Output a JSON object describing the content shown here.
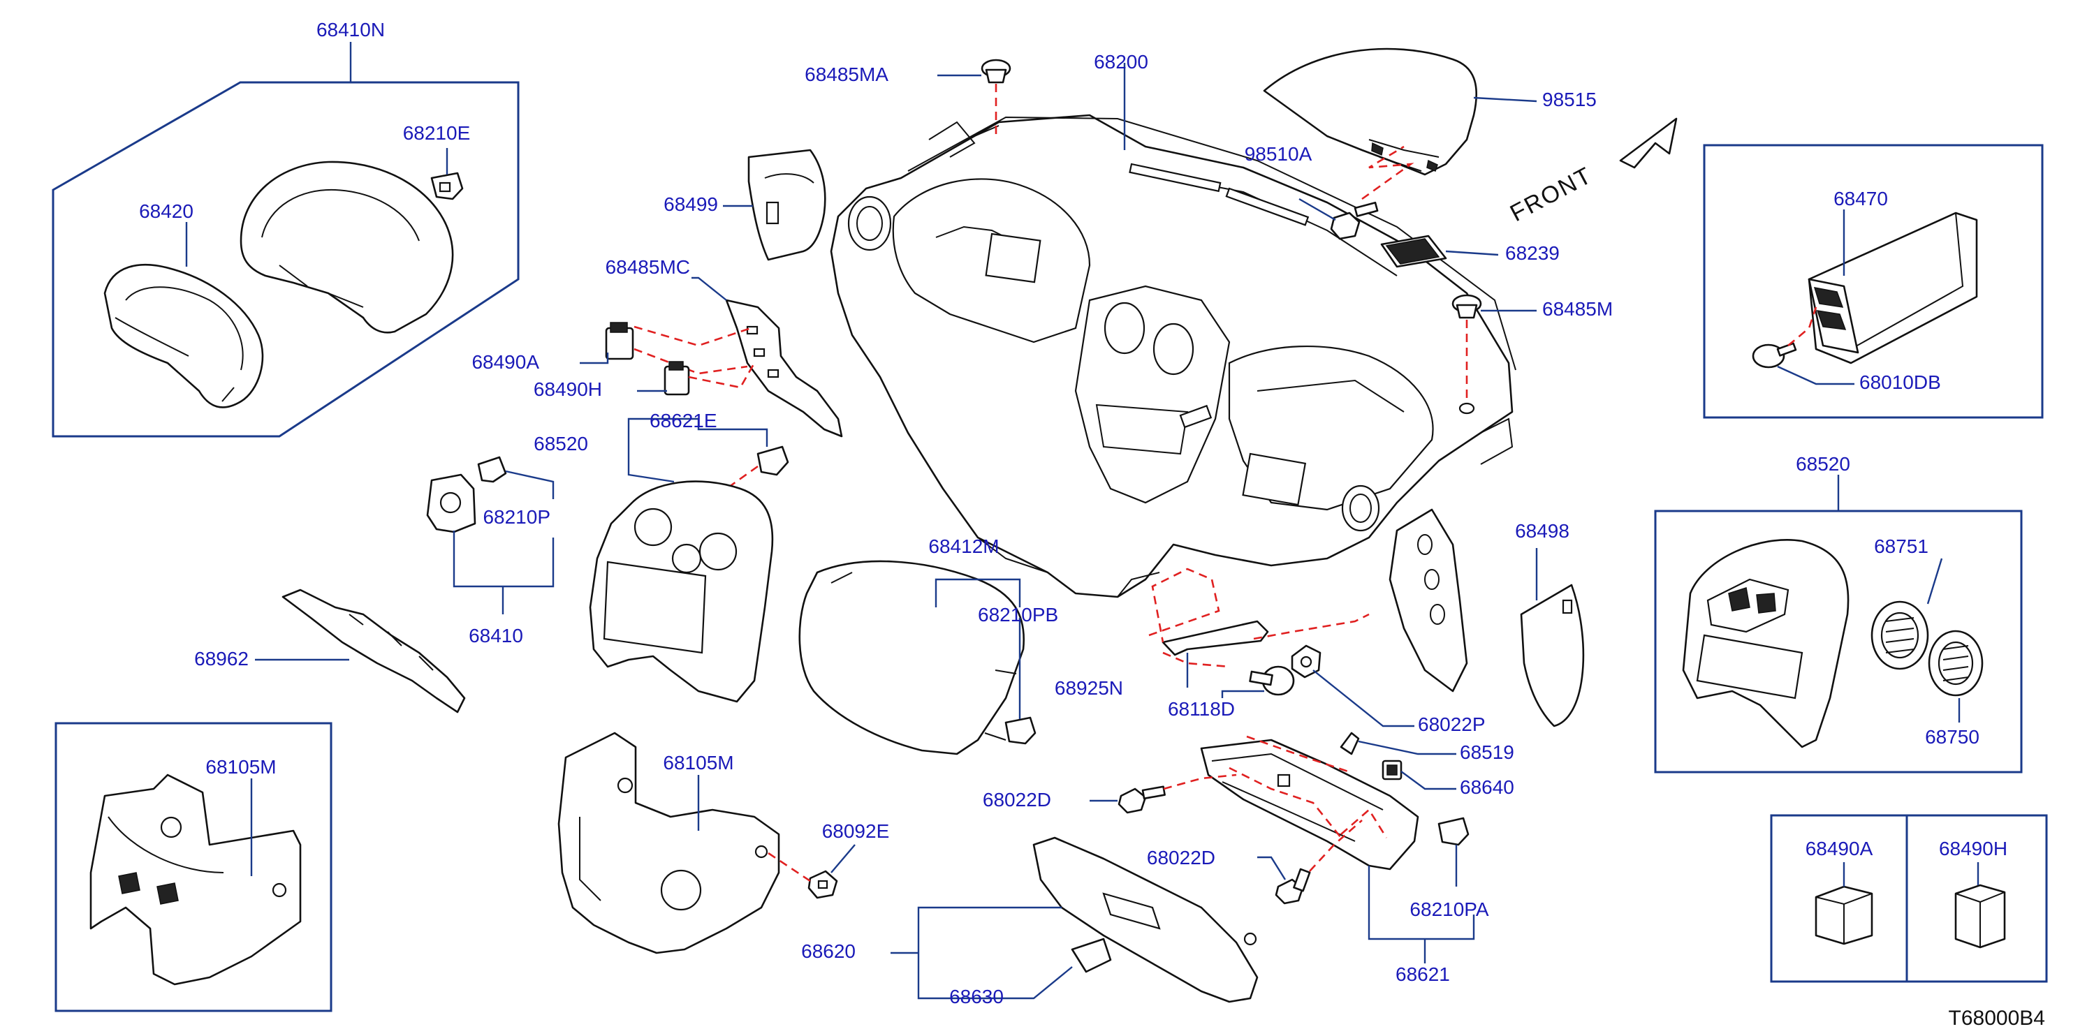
{
  "diagram_id": "T68000B4",
  "front_label": "FRONT",
  "labels": {
    "p68410N": "68410N",
    "p68210E": "68210E",
    "p68420": "68420",
    "p68485MA": "68485MA",
    "p68200": "68200",
    "p98515": "98515",
    "p98510A": "98510A",
    "p68239": "68239",
    "p68485M": "68485M",
    "p68499": "68499",
    "p68485MC": "68485MC",
    "p68490A_main": "68490A",
    "p68490H_main": "68490H",
    "p68520_main": "68520",
    "p68621E": "68621E",
    "p68210P": "68210P",
    "p68410": "68410",
    "p68962": "68962",
    "p68412M": "68412M",
    "p68210PB": "68210PB",
    "p68498": "68498",
    "p68925N": "68925N",
    "p68118D": "68118D",
    "p68022P": "68022P",
    "p68519": "68519",
    "p68640": "68640",
    "p68022D_a": "68022D",
    "p68022D_b": "68022D",
    "p68210PA": "68210PA",
    "p68621": "68621",
    "p68105M_main": "68105M",
    "p68092E": "68092E",
    "p68620": "68620",
    "p68630": "68630",
    "p68470": "68470",
    "p68010DB": "68010DB",
    "p68520_box": "68520",
    "p68751": "68751",
    "p68750": "68750",
    "p68105M_box": "68105M",
    "p68490A_box": "68490A",
    "p68490H_box": "68490H"
  },
  "colors": {
    "label_text": "#1a1ab8",
    "leader_lines": "#1a3a8a",
    "part_outline": "#111111",
    "attachment_dashes": "#e02020",
    "background": "#ffffff"
  }
}
